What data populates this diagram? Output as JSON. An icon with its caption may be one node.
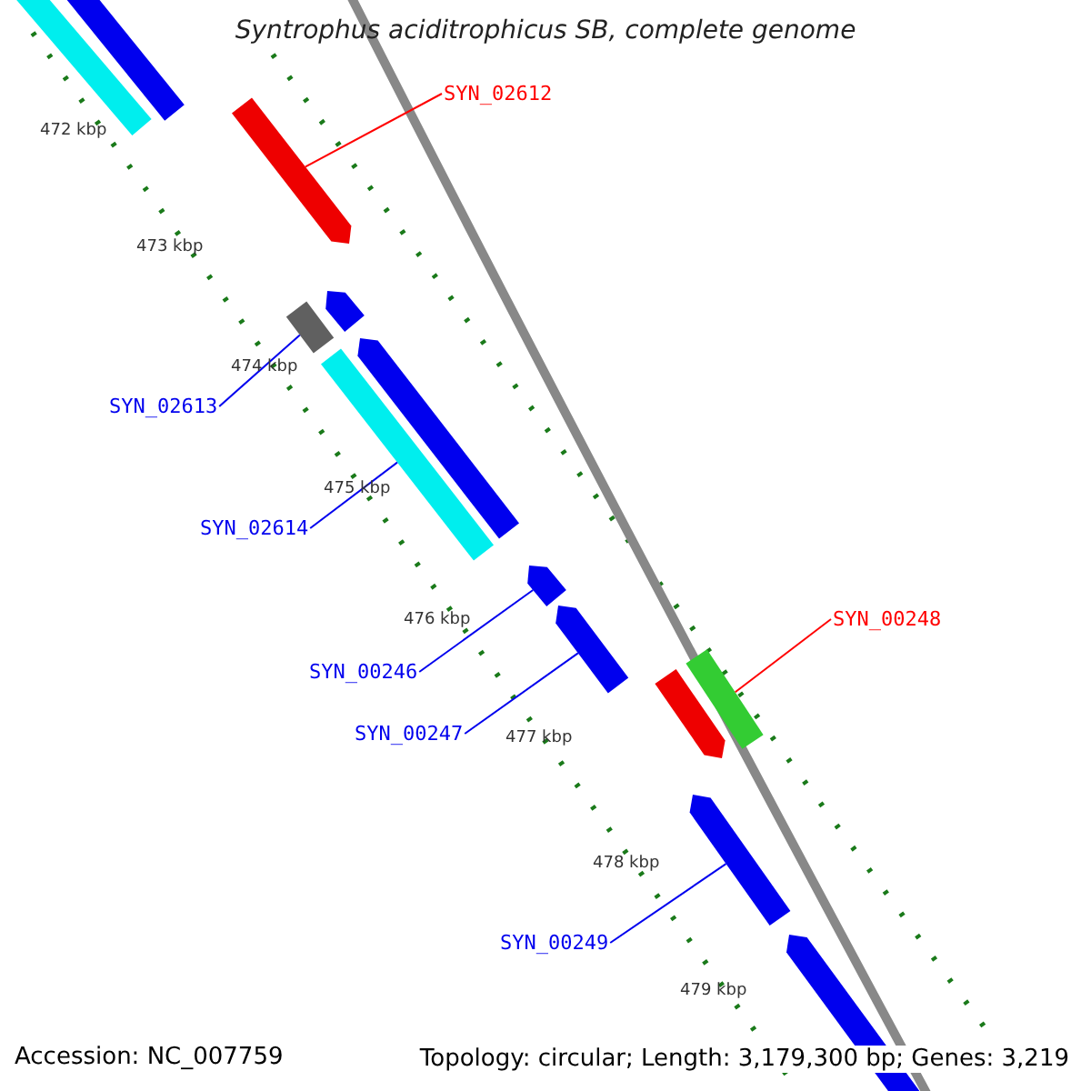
{
  "diagram": {
    "title": "Syntrophus aciditrophicus SB, complete genome",
    "nodes": [
      {
        "text": [],
        "shape": "bar"
      },
      {
        "text": [],
        "shape": "bar"
      },
      {
        "text": [
          "SYN_02612"
        ]
      },
      {
        "text": [],
        "shape": "bar"
      },
      {
        "text": [],
        "shape": "bar"
      },
      {
        "text": [],
        "shape": "bar"
      },
      {
        "text": [],
        "shape": "bar"
      },
      {
        "text": [],
        "shape": "bar"
      },
      {
        "text": [
          "SYN_02613"
        ]
      },
      {
        "text": [
          "SYN_02614"
        ]
      },
      {
        "text": [],
        "shape": "bar"
      },
      {
        "text": [],
        "shape": "bar"
      },
      {
        "text": [
          "SYN_00248"
        ]
      },
      {
        "text": [],
        "shape": "bar"
      },
      {
        "text": [],
        "shape": "bar"
      },
      {
        "text": [
          "SYN_00246"
        ]
      },
      {
        "text": [
          "SYN_00247"
        ]
      },
      {
        "text": [],
        "shape": "bar"
      },
      {
        "text": [
          "SYN_00249"
        ]
      },
      {
        "text": [],
        "shape": "bar"
      }
    ],
    "edges": [
      {
        "from": 2,
        "to": 3,
        "arrow": "none",
        "color": "#ff0000"
      },
      {
        "from": 8,
        "to": 5,
        "arrow": "none"
      },
      {
        "from": 9,
        "to": 7,
        "arrow": "none"
      },
      {
        "from": 15,
        "to": 10,
        "arrow": "none"
      },
      {
        "from": 16,
        "to": 11,
        "arrow": "none"
      },
      {
        "from": 12,
        "to": 13,
        "arrow": "none",
        "color": "#ff0000"
      },
      {
        "from": 18,
        "to": 17,
        "arrow": "none"
      }
    ],
    "labels": [
      "472 kbp",
      "473 kbp",
      "474 kbp",
      "475 kbp",
      "476 kbp",
      "477 kbp",
      "478 kbp",
      "479 kbp",
      "Accession: NC_007759",
      "Topology: circular; Length: 3,179,300 bp; Genes: 3,219"
    ]
  }
}
